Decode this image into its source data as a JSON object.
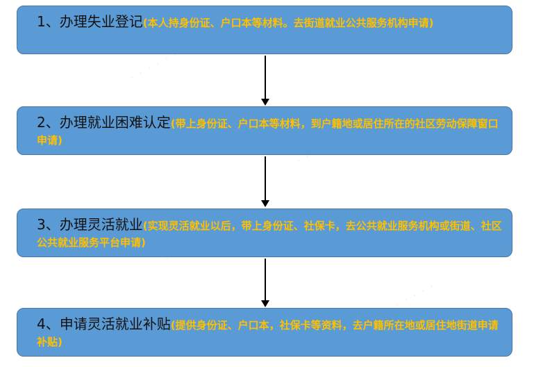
{
  "colors": {
    "box_fill": "#5b9bd5",
    "box_border": "#4a76a8",
    "title_text": "#111111",
    "note_text": "#ffc000",
    "arrow": "#000000"
  },
  "steps": [
    {
      "title": "1、办理失业登记",
      "note": "(本人持身份证、户口本等材料。去街道就业公共服务机构申请)"
    },
    {
      "title": "2、办理就业困难认定",
      "note": "(带上身份证、户口本等材料，到户籍地或居住所在的社区劳动保障窗口申请)"
    },
    {
      "title": "3、办理灵活就业",
      "note": "(实现灵活就业以后，带上身份证、社保卡，去公共就业服务机构或街道、社区公共就业服务平台申请)"
    },
    {
      "title": "4、申请灵活就业补贴",
      "note": "(提供身份证、户口本，社保卡等资料，去户籍所在地或居住地街道申请补贴)"
    }
  ]
}
